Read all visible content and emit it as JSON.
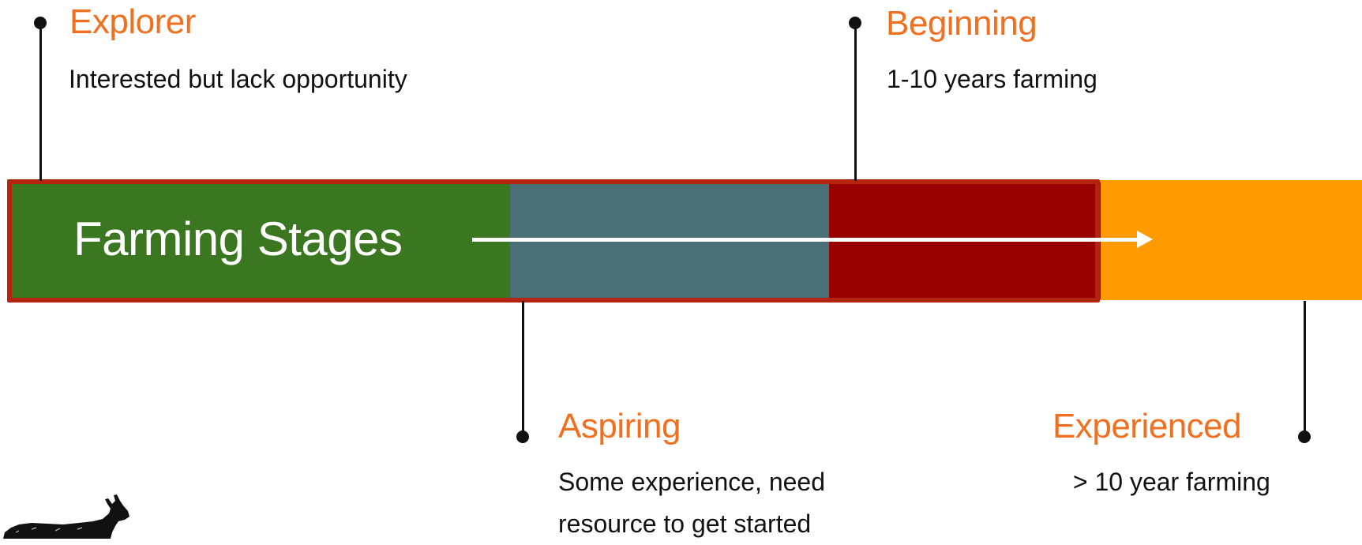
{
  "colors": {
    "heading": "#f07020",
    "explorer": "#3a7720",
    "aspiring": "#4a6f76",
    "beginning": "#990000",
    "experienced": "#ff9a00",
    "frame": "#b3250f"
  },
  "diagram": {
    "bar_title": "Farming Stages",
    "logo": "goat-logo"
  },
  "stages": [
    {
      "title": "Explorer",
      "description": [
        "Interested but lack opportunity"
      ]
    },
    {
      "title": "Aspiring",
      "description": [
        "Some experience, need",
        "resource to get started"
      ]
    },
    {
      "title": "Beginning",
      "description": [
        "1-10 years farming"
      ]
    },
    {
      "title": "Experienced",
      "description": [
        " > 10 year farming"
      ]
    }
  ]
}
